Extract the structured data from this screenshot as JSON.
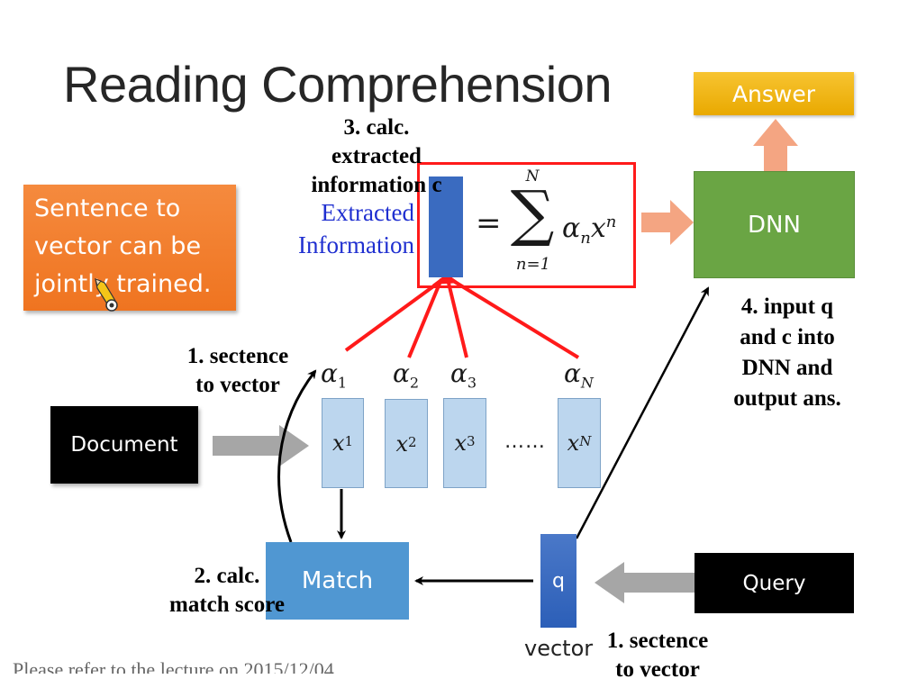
{
  "title": "Reading Comprehension",
  "boxes": {
    "answer": "Answer",
    "dnn": "DNN",
    "document": "Document",
    "query": "Query",
    "match": "Match",
    "q_vector": "q",
    "vector_label": "vector"
  },
  "note": {
    "lines": [
      "Sentence to",
      "vector can be",
      "jointly trained."
    ]
  },
  "extracted_information": {
    "lines": [
      "Extracted",
      "Information"
    ]
  },
  "formula": {
    "equals": "=",
    "sigma": "∑",
    "upper": "N",
    "lower": "n=1",
    "term_alpha": "α",
    "term_alpha_sub": "n",
    "term_x": "x",
    "term_x_sup": "n"
  },
  "sequence": {
    "items": [
      {
        "alpha": "α",
        "alpha_sub": "1",
        "x": "x",
        "x_sup": "1"
      },
      {
        "alpha": "α",
        "alpha_sub": "2",
        "x": "x",
        "x_sup": "2"
      },
      {
        "alpha": "α",
        "alpha_sub": "3",
        "x": "x",
        "x_sup": "3"
      },
      {
        "alpha": "α",
        "alpha_sub": "N",
        "x": "x",
        "x_sup": "N"
      }
    ],
    "ellipsis": "……"
  },
  "annotations": {
    "step1_left": [
      "1. sectence",
      "to vector"
    ],
    "step1_bottom": [
      "1. sectence",
      "to vector"
    ],
    "step2": [
      "2. calc.",
      "match score"
    ],
    "step3": [
      "3. calc.",
      "extracted",
      "information c"
    ],
    "step4": [
      "4. input q",
      "and c into",
      "DNN and",
      "output ans."
    ]
  },
  "footer": "Please refer to the lecture on 2015/12/04",
  "colors": {
    "answer": "#f2b81c",
    "dnn": "#6aa544",
    "note": "#f27c2c",
    "match": "#5097d2",
    "q_vector": "#3a6bc0",
    "x_box": "#bcd6ee",
    "attention_lines": "#ff1a1a",
    "extracted_text": "#1f2fd0",
    "flow_arrow_gray": "#a6a6a6",
    "flow_arrow_salmon": "#f4a582"
  }
}
